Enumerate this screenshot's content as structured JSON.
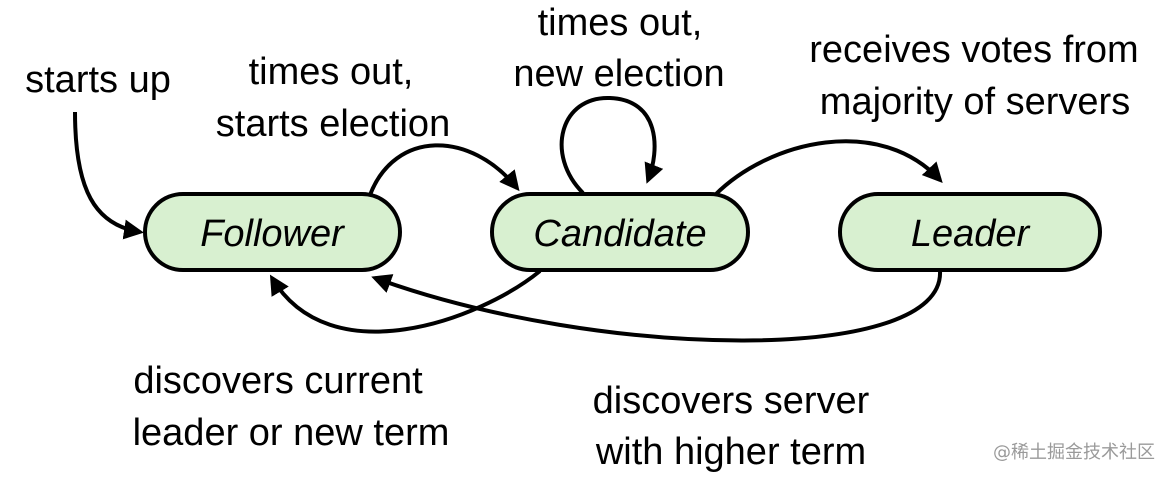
{
  "states": {
    "follower": "Follower",
    "candidate": "Candidate",
    "leader": "Leader"
  },
  "transitions": {
    "starts_up": [
      "starts up"
    ],
    "follower_to_candidate": [
      "times out,",
      "starts election"
    ],
    "candidate_self": [
      "times out,",
      "new election"
    ],
    "candidate_to_leader": [
      "receives votes from",
      "majority of servers"
    ],
    "candidate_to_follower": [
      "discovers current",
      "leader or new term"
    ],
    "leader_to_follower": [
      "discovers server",
      "with higher term"
    ]
  },
  "watermark": "@稀土掘金技术社区",
  "colors": {
    "state_fill": "#d8f0d0",
    "stroke": "#000000",
    "watermark": "#9a9a9a"
  }
}
